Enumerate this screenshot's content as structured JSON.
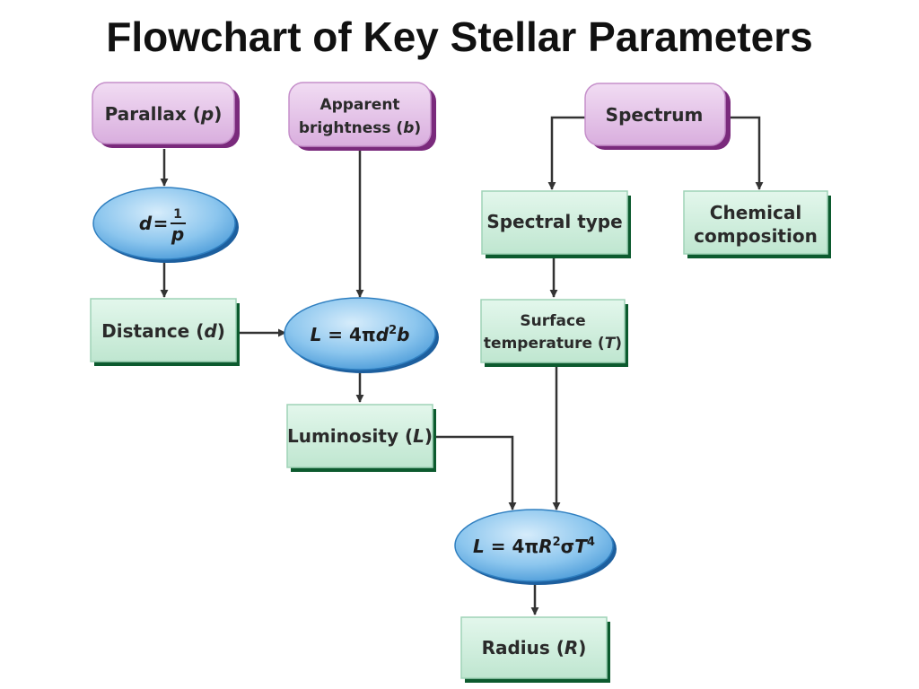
{
  "title": "Flowchart of Key Stellar Parameters",
  "colors": {
    "purple_fill": "#e2bde6",
    "purple_edge": "#8a2f8c",
    "green_fill": "#cdeedd",
    "green_edge": "#0c5a2e",
    "oval_fill": "#8fc8ee",
    "oval_edge": "#1f6fb4",
    "arrow": "#333333"
  },
  "nodes": {
    "parallax": {
      "text": "Parallax (",
      "var": "p",
      "close": ")"
    },
    "apparent_brightness": {
      "line1": "Apparent",
      "line2": "brightness (",
      "var": "b",
      "close": ")"
    },
    "spectrum": {
      "text": "Spectrum"
    },
    "distance_formula": {
      "lhs": "d",
      "eq": " = ",
      "num": "1",
      "den": "p"
    },
    "spectral_type": {
      "text": "Spectral type"
    },
    "chemical_composition": {
      "line1": "Chemical",
      "line2": "composition"
    },
    "distance": {
      "text": "Distance (",
      "var": "d",
      "close": ")"
    },
    "luminosity_formula": {
      "lhs": "L",
      "mid": " = 4π",
      "var1": "d",
      "exp": "2",
      "var2": "b"
    },
    "surface_temperature": {
      "line1": "Surface",
      "line2": "temperature (",
      "var": "T",
      "close": ")"
    },
    "luminosity": {
      "text": "Luminosity (",
      "var": "L",
      "close": ")"
    },
    "radius_formula": {
      "lhs": "L",
      "mid": " = 4π",
      "var1": "R",
      "exp1": "2",
      "sigma": "σ",
      "var2": "T",
      "exp2": "4"
    },
    "radius": {
      "text": "Radius (",
      "var": "R",
      "close": ")"
    }
  },
  "edges": [
    {
      "from": "parallax",
      "to": "distance_formula"
    },
    {
      "from": "distance_formula",
      "to": "distance"
    },
    {
      "from": "distance",
      "to": "luminosity_formula"
    },
    {
      "from": "apparent_brightness",
      "to": "luminosity_formula"
    },
    {
      "from": "luminosity_formula",
      "to": "luminosity"
    },
    {
      "from": "spectrum",
      "to": "spectral_type"
    },
    {
      "from": "spectrum",
      "to": "chemical_composition"
    },
    {
      "from": "spectral_type",
      "to": "surface_temperature"
    },
    {
      "from": "surface_temperature",
      "to": "radius_formula"
    },
    {
      "from": "luminosity",
      "to": "radius_formula"
    },
    {
      "from": "radius_formula",
      "to": "radius"
    }
  ]
}
